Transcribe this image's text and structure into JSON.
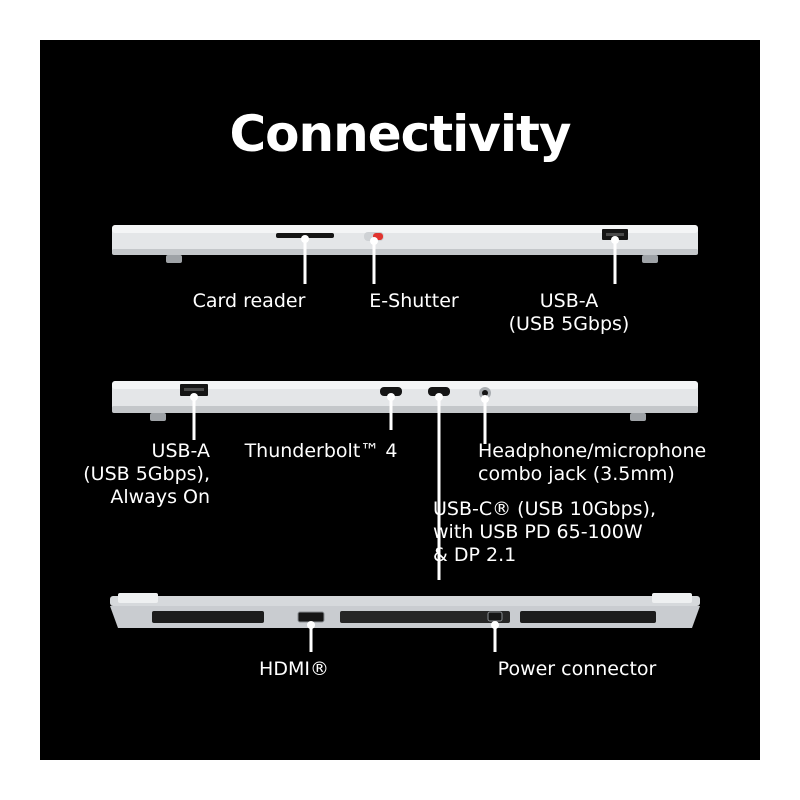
{
  "title": "Connectivity",
  "colors": {
    "background": "#000000",
    "text": "#ffffff",
    "chassis": "#e4e6e8",
    "chassis_shade": "#b8bcc0",
    "port": "#151515",
    "shutter_red": "#e0342f",
    "callout": "#ffffff"
  },
  "views": {
    "right_side": {
      "ports": [
        {
          "lines": [
            "Card reader"
          ]
        },
        {
          "lines": [
            "E-Shutter"
          ]
        },
        {
          "lines": [
            "USB-A",
            "(USB 5Gbps)"
          ]
        }
      ]
    },
    "left_side": {
      "ports": [
        {
          "lines": [
            "USB-A",
            "(USB 5Gbps),",
            "Always On"
          ]
        },
        {
          "lines": [
            "Thunderbolt™ 4"
          ]
        },
        {
          "lines": [
            "USB-C® (USB 10Gbps),",
            "with USB PD 65-100W",
            "& DP 2.1"
          ]
        },
        {
          "lines": [
            "Headphone/microphone",
            "combo jack (3.5mm)"
          ]
        }
      ]
    },
    "rear": {
      "ports": [
        {
          "lines": [
            "HDMI®"
          ]
        },
        {
          "lines": [
            "Power connector"
          ]
        }
      ]
    }
  }
}
